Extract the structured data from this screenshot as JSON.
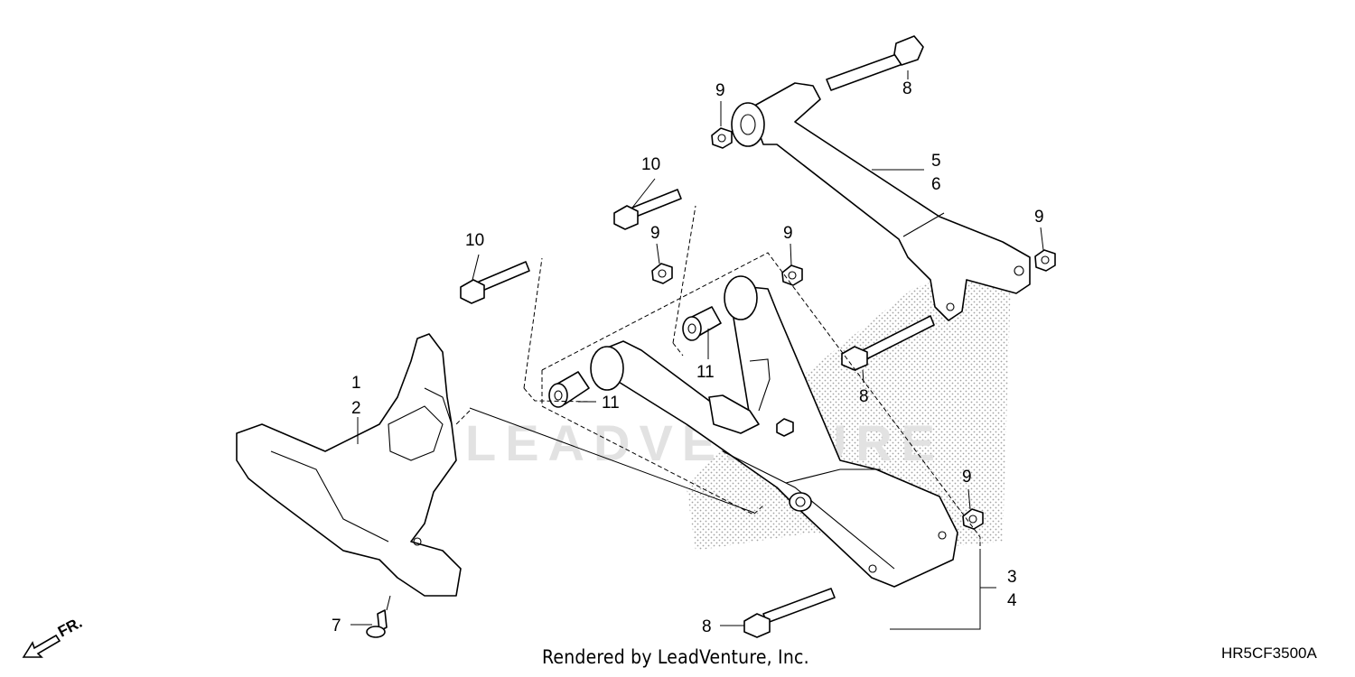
{
  "callouts": {
    "c1": "1",
    "c2": "2",
    "c3": "3",
    "c4": "4",
    "c5": "5",
    "c6": "6",
    "c7": "7",
    "c8a": "8",
    "c8b": "8",
    "c8c": "8",
    "c9a": "9",
    "c9b": "9",
    "c9c": "9",
    "c9d": "9",
    "c9e": "9",
    "c10a": "10",
    "c10b": "10",
    "c11a": "11",
    "c11b": "11"
  },
  "front_indicator": "FR.",
  "credit": "Rendered by LeadVenture, Inc.",
  "diagram_code": "HR5CF3500A",
  "watermark": "LEADVENTURE"
}
